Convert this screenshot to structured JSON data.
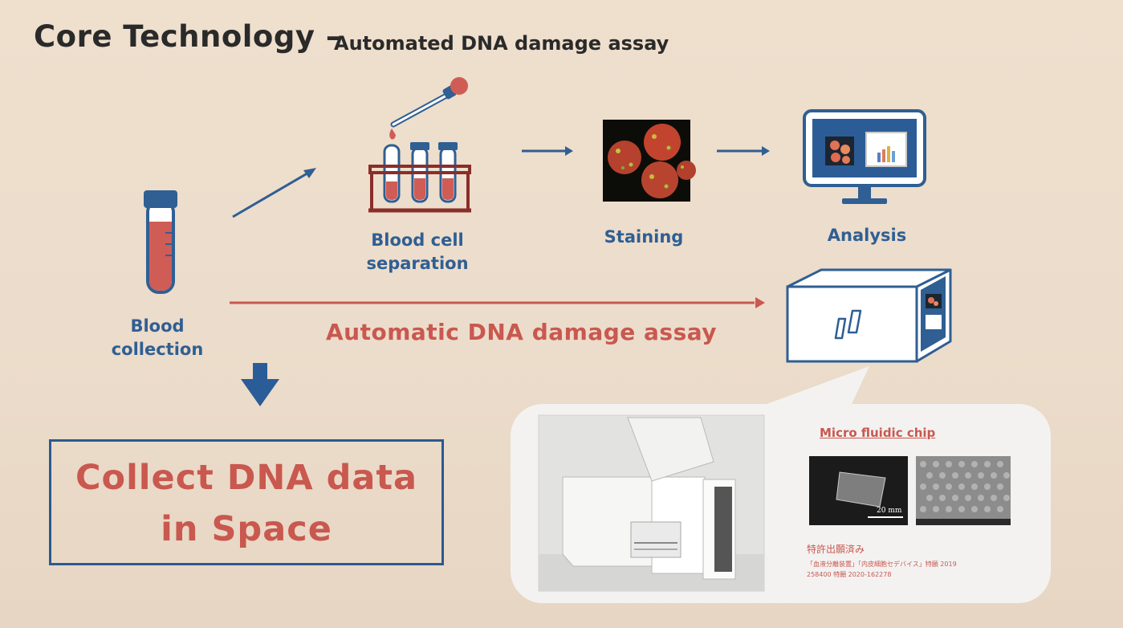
{
  "slide": {
    "title": "Core Technology",
    "title_dash": "–",
    "subtitle": "Automated DNA damage assay"
  },
  "flow": {
    "blood_collection": [
      "Blood",
      "collection"
    ],
    "blood_cell_separation": [
      "Blood cell",
      "separation"
    ],
    "staining": "Staining",
    "analysis": "Analysis",
    "automatic_assay": "Automatic DNA damage assay"
  },
  "goal": {
    "line1": "Collect DNA data",
    "line2": "in Space"
  },
  "device": {
    "chip_title": "Micro fluidic chip",
    "scale_bar": "20 mm",
    "patent_title": "特許出願済み",
    "patent_line1": "「血液分離装置」「内皮細胞セデバイス」特願 2019",
    "patent_line2": "258400  特願 2020-162278"
  },
  "colors": {
    "blue": "#2f5f93",
    "red": "#c9584f",
    "background": "#efdfcd"
  },
  "icons": [
    "blood-tube-icon",
    "test-tube-rack-icon",
    "pipette-icon",
    "stained-cells-image",
    "monitor-icon",
    "device-box-icon",
    "down-arrow-icon"
  ]
}
